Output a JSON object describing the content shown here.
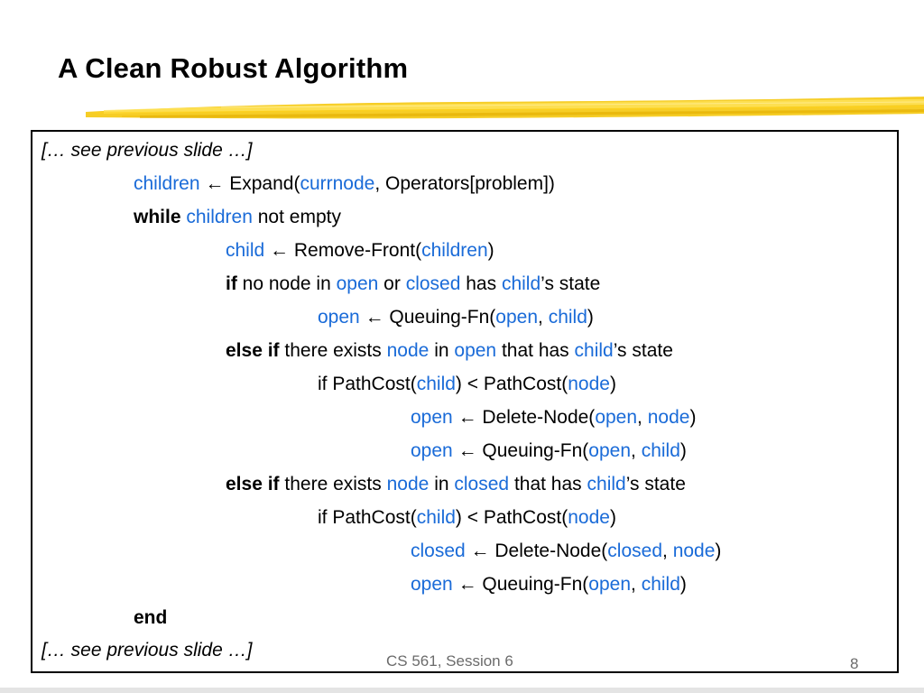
{
  "slide": {
    "title": "A Clean Robust Algorithm",
    "footer": "CS 561,  Session 6",
    "page_number": "8",
    "accent_color": "#f5c400",
    "variable_color": "#1a6bd8"
  },
  "code": {
    "l1": {
      "text": "[… see previous slide …]"
    },
    "l2": {
      "a": "children",
      "b": "Expand(",
      "c": "currnode",
      "d": ", Operators[problem])"
    },
    "l3": {
      "kw": "while",
      "a": "children",
      "b": "not empty"
    },
    "l4": {
      "a": "child",
      "b": "Remove-Front(",
      "c": "children",
      "d": ")"
    },
    "l5": {
      "kw": "if",
      "a": "no node in",
      "b": "open",
      "c": "or",
      "d": "closed",
      "e": "has",
      "f": "child",
      "g": "’s state"
    },
    "l6": {
      "a": "open",
      "b": "Queuing-Fn(",
      "c": "open",
      "d": ",",
      "e": "child",
      "f": ")"
    },
    "l7": {
      "kw": "else if",
      "a": "there exists",
      "b": "node",
      "c": "in",
      "d": "open",
      "e": "that has",
      "f": "child",
      "g": "’s state"
    },
    "l8": {
      "a": "if PathCost(",
      "b": "child",
      "c": ") < PathCost(",
      "d": "node",
      "e": ")"
    },
    "l9": {
      "a": "open",
      "b": "Delete-Node(",
      "c": "open",
      "d": ",",
      "e": "node",
      "f": ")"
    },
    "l10": {
      "a": "open",
      "b": "Queuing-Fn(",
      "c": "open",
      "d": ",",
      "e": "child",
      "f": ")"
    },
    "l11": {
      "kw": "else if",
      "a": "there exists",
      "b": "node",
      "c": "in",
      "d": "closed",
      "e": "that has",
      "f": "child",
      "g": "’s state"
    },
    "l12": {
      "a": "if PathCost(",
      "b": "child",
      "c": ") < PathCost(",
      "d": "node",
      "e": ")"
    },
    "l13": {
      "a": "closed",
      "b": "Delete-Node(",
      "c": "closed",
      "d": ",",
      "e": "node",
      "f": ")"
    },
    "l14": {
      "a": "open",
      "b": "Queuing-Fn(",
      "c": "open",
      "d": ",",
      "e": "child",
      "f": ")"
    },
    "l15": {
      "kw": "end"
    },
    "l16": {
      "text": "[… see previous slide …]"
    }
  }
}
